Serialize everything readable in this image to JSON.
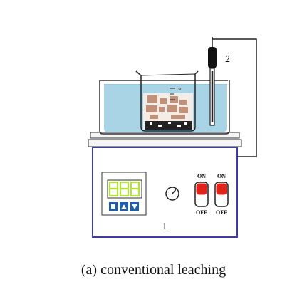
{
  "caption": "(a) conventional leaching",
  "labels": {
    "heater": "1",
    "thermometer": "2",
    "beaker_mark": "50"
  },
  "switches": [
    {
      "top_label": "ON",
      "bottom_label": "OFF"
    },
    {
      "top_label": "ON",
      "bottom_label": "OFF"
    }
  ],
  "display": {
    "digits": "888",
    "buttons": [
      "set",
      "up",
      "down"
    ]
  },
  "colors": {
    "outline": "#3b3fa3",
    "water": "#a9d4e6",
    "switch_red": "#e0241b",
    "digit_green": "#b6e03a",
    "button_blue": "#1f5fa8",
    "sediment": "#c2917a"
  }
}
